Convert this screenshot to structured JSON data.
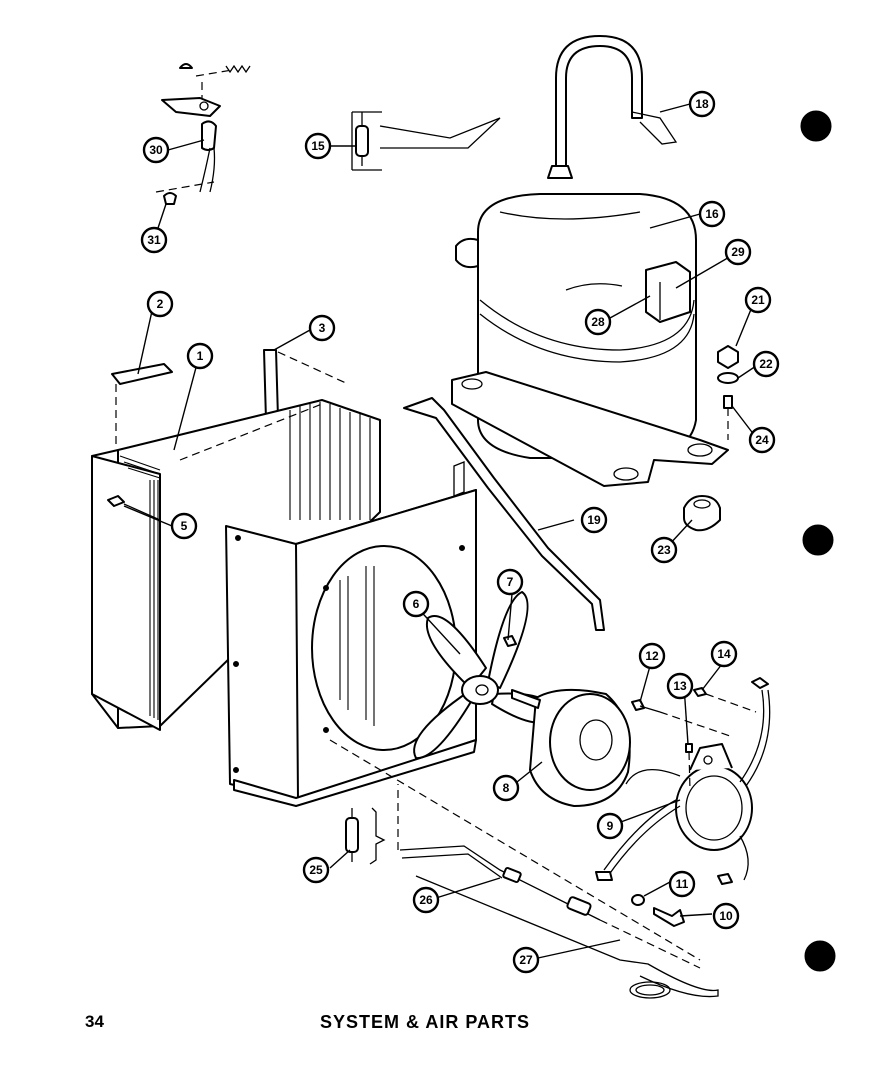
{
  "page": {
    "number": "34",
    "title": "SYSTEM & AIR PARTS"
  },
  "callouts": {
    "c1": "1",
    "c2": "2",
    "c3": "3",
    "c5": "5",
    "c6": "6",
    "c7": "7",
    "c8": "8",
    "c9": "9",
    "c10": "10",
    "c11": "11",
    "c12": "12",
    "c13": "13",
    "c14": "14",
    "c15": "15",
    "c16": "16",
    "c18": "18",
    "c19": "19",
    "c21": "21",
    "c22": "22",
    "c23": "23",
    "c24": "24",
    "c25": "25",
    "c26": "26",
    "c27": "27",
    "c28": "28",
    "c29": "29",
    "c30": "30",
    "c31": "31"
  },
  "colors": {
    "ink": "#000000",
    "paper": "#ffffff"
  }
}
